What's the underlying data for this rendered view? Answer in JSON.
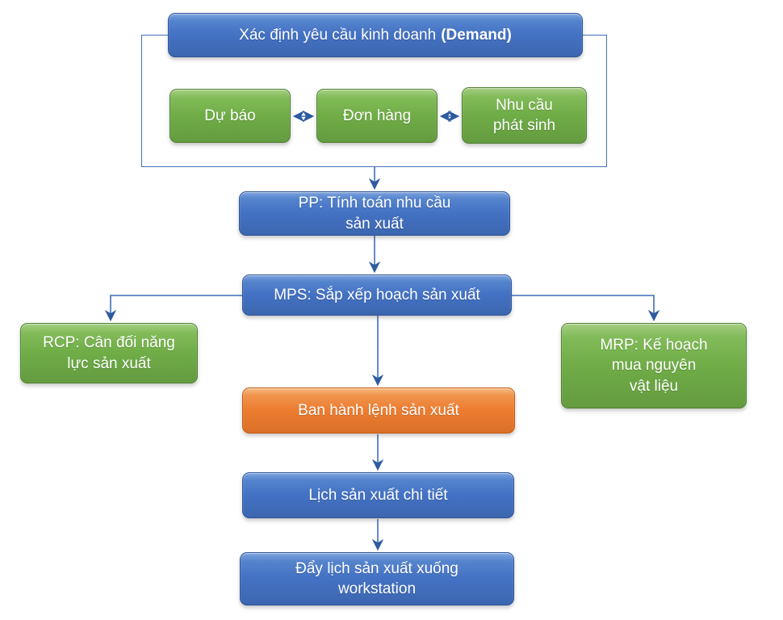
{
  "diagram": {
    "nodes": {
      "demand": {
        "label": "Xác định yêu cầu kinh doanh",
        "label_bold": "(Demand)",
        "color": "#4472C4"
      },
      "forecast": {
        "label": "Dự báo",
        "color": "#70AD47"
      },
      "orders": {
        "label": "Đơn hàng",
        "color": "#70AD47"
      },
      "arising_demand": {
        "label": "Nhu cầu\nphát sinh",
        "color": "#70AD47"
      },
      "pp": {
        "label": "PP: Tính toán nhu cầu\nsản xuất",
        "color": "#4472C4"
      },
      "mps": {
        "label": "MPS: Sắp xếp hoạch sản xuất",
        "color": "#4472C4"
      },
      "rcp": {
        "label": "RCP: Cân đối năng\nlực sản xuất",
        "color": "#70AD47"
      },
      "mrp": {
        "label": "MRP: Kế hoạch\nmua nguyên\nvật liệu",
        "color": "#70AD47"
      },
      "production_order": {
        "label": "Ban hành lệnh sản xuất",
        "color": "#ED7D31"
      },
      "detailed_schedule": {
        "label": "Lịch sản xuất chi tiết",
        "color": "#4472C4"
      },
      "push_to_workstation": {
        "label": "Đẩy lịch sản xuất xuống\nworkstation",
        "color": "#4472C4"
      }
    },
    "edges": [
      {
        "from": "forecast",
        "to": "orders",
        "type": "double-arrow"
      },
      {
        "from": "orders",
        "to": "arising_demand",
        "type": "double-arrow"
      },
      {
        "from": "demand_group",
        "to": "pp",
        "type": "arrow"
      },
      {
        "from": "pp",
        "to": "mps",
        "type": "arrow"
      },
      {
        "from": "mps",
        "to": "rcp",
        "type": "arrow"
      },
      {
        "from": "mps",
        "to": "mrp",
        "type": "arrow"
      },
      {
        "from": "mps",
        "to": "production_order",
        "type": "arrow"
      },
      {
        "from": "production_order",
        "to": "detailed_schedule",
        "type": "arrow"
      },
      {
        "from": "detailed_schedule",
        "to": "push_to_workstation",
        "type": "arrow"
      }
    ],
    "colors": {
      "box_blue": "#4472C4",
      "box_green": "#70AD47",
      "box_orange": "#ED7D31",
      "connector": "#3E6CB5",
      "text": "#FFFFFF",
      "background": "#FFFFFF"
    }
  }
}
